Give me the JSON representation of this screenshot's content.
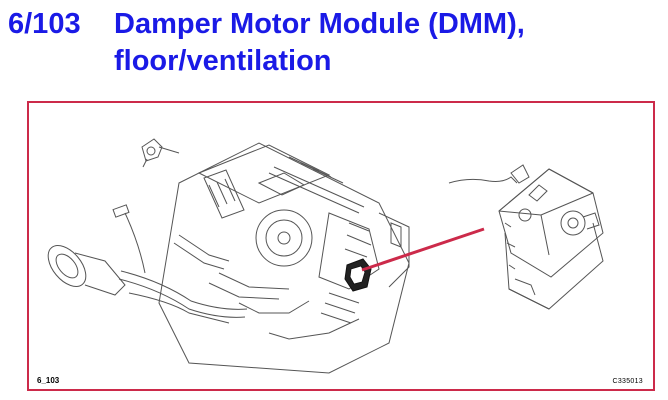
{
  "header": {
    "number": "6/103",
    "title_line1": "Damper Motor Module (DMM),",
    "title_line2": "floor/ventilation"
  },
  "figure": {
    "id_left": "6_103",
    "id_right": "C335013",
    "frame_color": "#cc2a4a",
    "pointer_color": "#cc2a4a",
    "title_color": "#1a1ae6"
  }
}
